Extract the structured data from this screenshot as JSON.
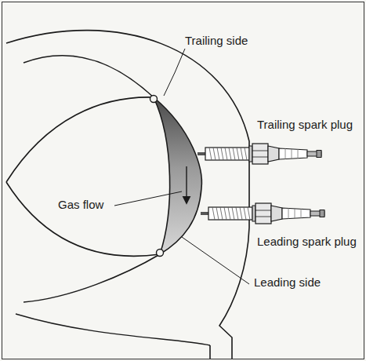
{
  "diagram": {
    "labels": [
      "Trailing side",
      "Trailing spark plug",
      "Gas flow",
      "Leading spark plug",
      "Leading side"
    ]
  }
}
